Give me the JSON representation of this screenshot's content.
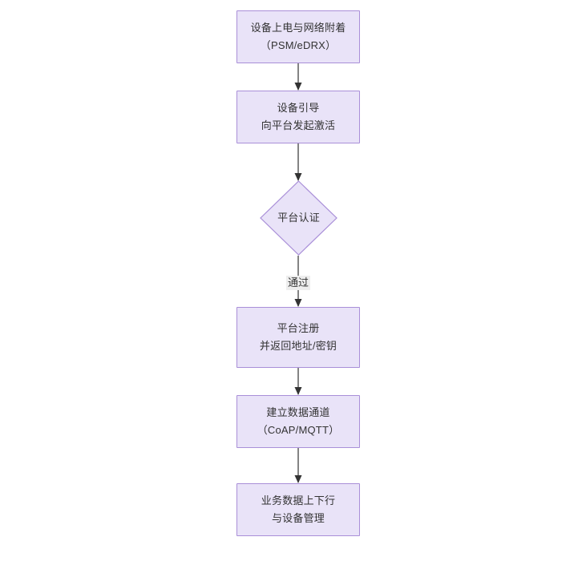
{
  "diagram": {
    "type": "flowchart",
    "orientation": "top-to-bottom",
    "theme": {
      "node_fill": "#e9e3f8",
      "node_border": "#a98fd8",
      "text_color": "#333333",
      "edge_color": "#333333",
      "edge_label_background": "#eeeeee",
      "canvas_background": "#ffffff"
    },
    "nodes": [
      {
        "id": "node-power-on",
        "shape": "rectangle",
        "lines": [
          "设备上电与网络附着",
          "（PSM/eDRX）"
        ]
      },
      {
        "id": "node-bootstrap",
        "shape": "rectangle",
        "lines": [
          "设备引导",
          "向平台发起激活"
        ]
      },
      {
        "id": "node-platform-auth",
        "shape": "diamond",
        "lines": [
          "平台认证"
        ]
      },
      {
        "id": "node-platform-register",
        "shape": "rectangle",
        "lines": [
          "平台注册",
          "并返回地址/密钥"
        ]
      },
      {
        "id": "node-data-channel",
        "shape": "rectangle",
        "lines": [
          "建立数据通道",
          "（CoAP/MQTT）"
        ]
      },
      {
        "id": "node-business-data",
        "shape": "rectangle",
        "lines": [
          "业务数据上下行",
          "与设备管理"
        ]
      }
    ],
    "edges": [
      {
        "id": "edge-1",
        "from": "node-power-on",
        "to": "node-bootstrap",
        "label": ""
      },
      {
        "id": "edge-2",
        "from": "node-bootstrap",
        "to": "node-platform-auth",
        "label": ""
      },
      {
        "id": "edge-3",
        "from": "node-platform-auth",
        "to": "node-platform-register",
        "label": "通过"
      },
      {
        "id": "edge-4",
        "from": "node-platform-register",
        "to": "node-data-channel",
        "label": ""
      },
      {
        "id": "edge-5",
        "from": "node-data-channel",
        "to": "node-business-data",
        "label": ""
      }
    ]
  }
}
